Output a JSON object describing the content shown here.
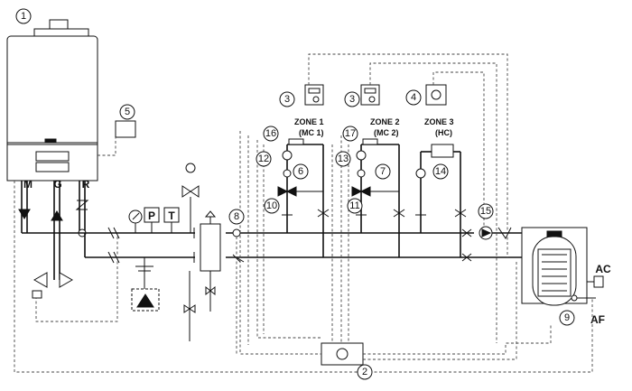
{
  "diagram": {
    "references": [
      {
        "id": "ref-1",
        "text": "1"
      },
      {
        "id": "ref-2",
        "text": "2"
      },
      {
        "id": "ref-3a",
        "text": "3"
      },
      {
        "id": "ref-3b",
        "text": "3"
      },
      {
        "id": "ref-4",
        "text": "4"
      },
      {
        "id": "ref-5",
        "text": "5"
      },
      {
        "id": "ref-6",
        "text": "6"
      },
      {
        "id": "ref-7",
        "text": "7"
      },
      {
        "id": "ref-8",
        "text": "8"
      },
      {
        "id": "ref-9",
        "text": "9"
      },
      {
        "id": "ref-10",
        "text": "10"
      },
      {
        "id": "ref-11",
        "text": "11"
      },
      {
        "id": "ref-12",
        "text": "12"
      },
      {
        "id": "ref-13",
        "text": "13"
      },
      {
        "id": "ref-14",
        "text": "14"
      },
      {
        "id": "ref-15",
        "text": "15"
      },
      {
        "id": "ref-16",
        "text": "16"
      },
      {
        "id": "ref-17",
        "text": "17"
      }
    ],
    "zones": [
      {
        "id": "zone-1",
        "title": "ZONE 1",
        "sub": "(MC 1)"
      },
      {
        "id": "zone-2",
        "title": "ZONE 2",
        "sub": "(MC 2)"
      },
      {
        "id": "zone-3",
        "title": "ZONE 3",
        "sub": "(HC)"
      }
    ],
    "boiler_connections": {
      "m": "M",
      "g": "G",
      "r": "R"
    },
    "gauges": {
      "pressure": "P",
      "temperature": "T"
    },
    "cylinder": {
      "ac": "AC",
      "af": "AF"
    }
  }
}
